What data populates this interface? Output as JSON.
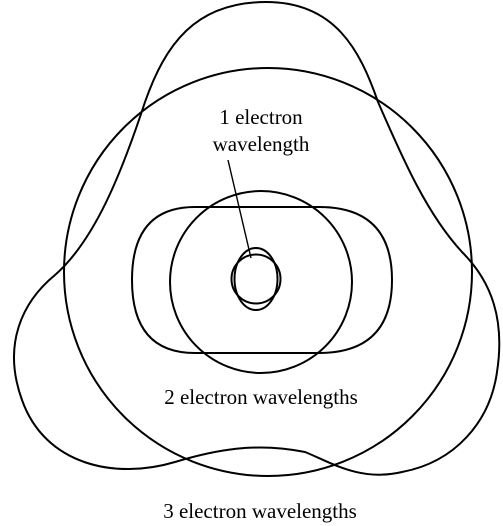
{
  "diagram": {
    "labels": {
      "one_wavelength_line1": "1 electron",
      "one_wavelength_line2": "wavelength",
      "two_wavelengths": "2 electron wavelengths",
      "three_wavelengths": "3 electron wavelengths"
    },
    "stroke_color": "#000000",
    "background_color": "#ffffff"
  }
}
